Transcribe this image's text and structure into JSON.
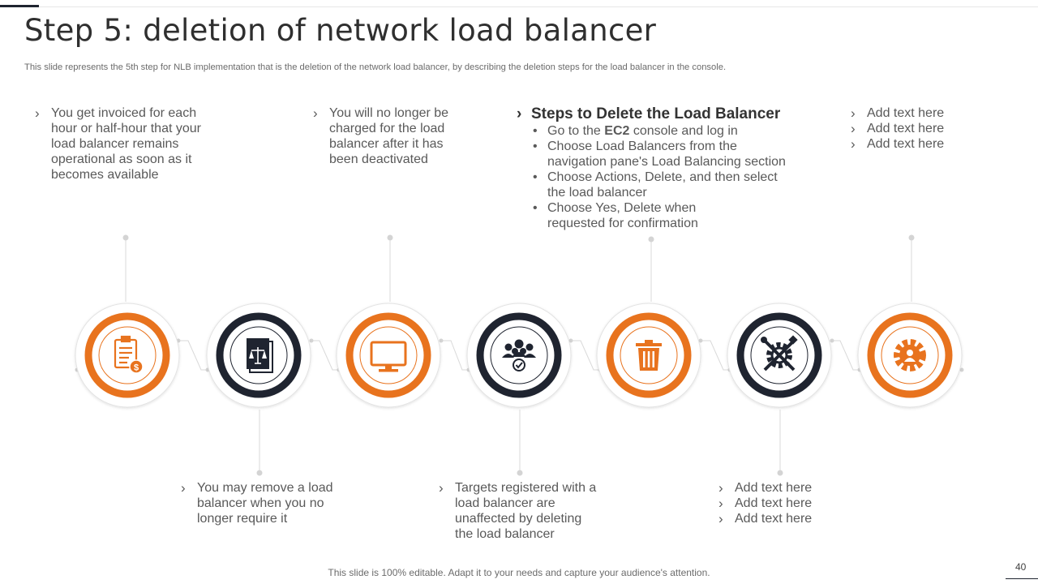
{
  "slide": {
    "title": "Step 5: deletion of network load balancer",
    "subtitle": "This slide represents the 5th step for NLB implementation that is the deletion of the network load balancer, by describing the deletion steps for the load balancer in the console.",
    "footer": "This slide is 100% editable. Adapt it to your needs and capture your audience's attention.",
    "page_number": "40"
  },
  "colors": {
    "orange": "#E8731E",
    "navy": "#1F2430",
    "gray_line": "#D9D9D9"
  },
  "top_blocks": {
    "block1": {
      "lines": [
        "You get invoiced for each",
        "hour or half-hour that your",
        "load balancer remains",
        "operational as soon as it",
        "becomes available"
      ]
    },
    "block2": {
      "lines": [
        "You will no longer be",
        "charged for the load",
        "balancer after it has",
        "been deactivated"
      ]
    },
    "steps": {
      "heading": "Steps to Delete the Load Balancer",
      "item1_pre": "Go to the ",
      "item1_bold": "EC2",
      "item1_post": " console and log in",
      "item2_l1": "Choose Load Balancers from the",
      "item2_l2": "navigation pane's Load Balancing section",
      "item3_l1": "Choose Actions, Delete, and then select",
      "item3_l2": "the load balancer",
      "item4_l1": "Choose Yes, Delete when",
      "item4_l2": "requested for confirmation"
    },
    "block4": {
      "items": [
        "Add text here",
        "Add text here",
        "Add text here"
      ]
    }
  },
  "bottom_blocks": {
    "block1": {
      "lines": [
        "You may remove a load",
        "balancer when you no",
        "longer require it"
      ]
    },
    "block2": {
      "lines": [
        "Targets registered with a",
        "load balancer are",
        "unaffected by deleting",
        "the load balancer"
      ]
    },
    "block3": {
      "items": [
        "Add text here",
        "Add text here",
        "Add text here"
      ]
    }
  },
  "icons": [
    "invoice-dollar-icon",
    "legal-book-icon",
    "monitor-icon",
    "team-check-icon",
    "trash-icon",
    "gear-tools-icon",
    "gear-user-icon"
  ]
}
